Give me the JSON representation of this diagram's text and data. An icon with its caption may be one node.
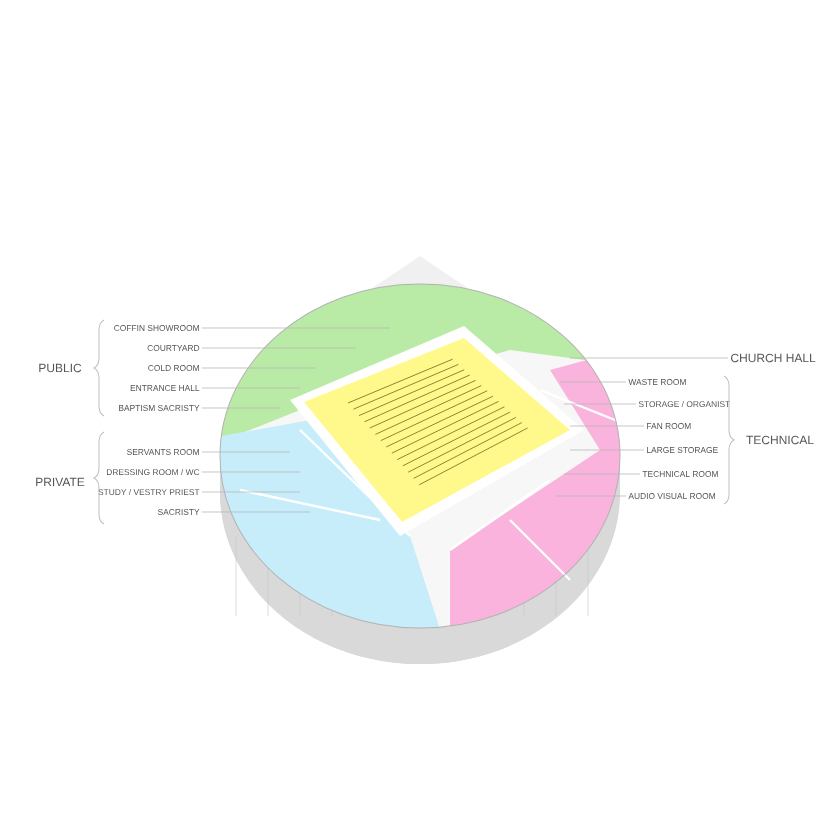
{
  "diagram": {
    "nodes": [
      {
        "text": [
          "COFFIN SHOWROOM"
        ]
      },
      {
        "text": [
          "COURTYARD"
        ]
      },
      {
        "text": [
          "COLD ROOM"
        ]
      },
      {
        "text": [
          "ENTRANCE HALL"
        ]
      },
      {
        "text": [
          "BAPTISM SACRISTY"
        ]
      },
      {
        "text": [
          "SERVANTS ROOM"
        ]
      },
      {
        "text": [
          "DRESSING ROOM / WC"
        ]
      },
      {
        "text": [
          "STUDY / VESTRY PRIEST"
        ]
      },
      {
        "text": [
          "SACRISTY"
        ]
      },
      {
        "text": [
          "CHURCH HALL"
        ]
      },
      {
        "text": [
          "WASTE ROOM"
        ]
      },
      {
        "text": [
          "STORAGE / ORGANIST"
        ]
      },
      {
        "text": [
          "FAN ROOM"
        ]
      },
      {
        "text": [
          "LARGE STORAGE"
        ]
      },
      {
        "text": [
          "TECHNICAL ROOM"
        ]
      },
      {
        "text": [
          "AUDIO VISUAL ROOM"
        ]
      }
    ],
    "edges": [
      {
        "from": 0,
        "to": null,
        "arrow": "none"
      },
      {
        "from": 1,
        "to": null,
        "arrow": "none"
      },
      {
        "from": 2,
        "to": null,
        "arrow": "none"
      },
      {
        "from": 3,
        "to": null,
        "arrow": "none"
      },
      {
        "from": 4,
        "to": null,
        "arrow": "none"
      },
      {
        "from": 5,
        "to": null,
        "arrow": "none"
      },
      {
        "from": 6,
        "to": null,
        "arrow": "none"
      },
      {
        "from": 7,
        "to": null,
        "arrow": "none"
      },
      {
        "from": 8,
        "to": null,
        "arrow": "none"
      },
      {
        "from": 9,
        "to": null,
        "arrow": "none"
      },
      {
        "from": 10,
        "to": null,
        "arrow": "none"
      },
      {
        "from": 11,
        "to": null,
        "arrow": "none"
      },
      {
        "from": 12,
        "to": null,
        "arrow": "none"
      },
      {
        "from": 13,
        "to": null,
        "arrow": "none"
      },
      {
        "from": 14,
        "to": null,
        "arrow": "none"
      },
      {
        "from": 15,
        "to": null,
        "arrow": "none"
      }
    ],
    "labels": [
      "PUBLIC",
      "PRIVATE",
      "TECHNICAL"
    ]
  }
}
